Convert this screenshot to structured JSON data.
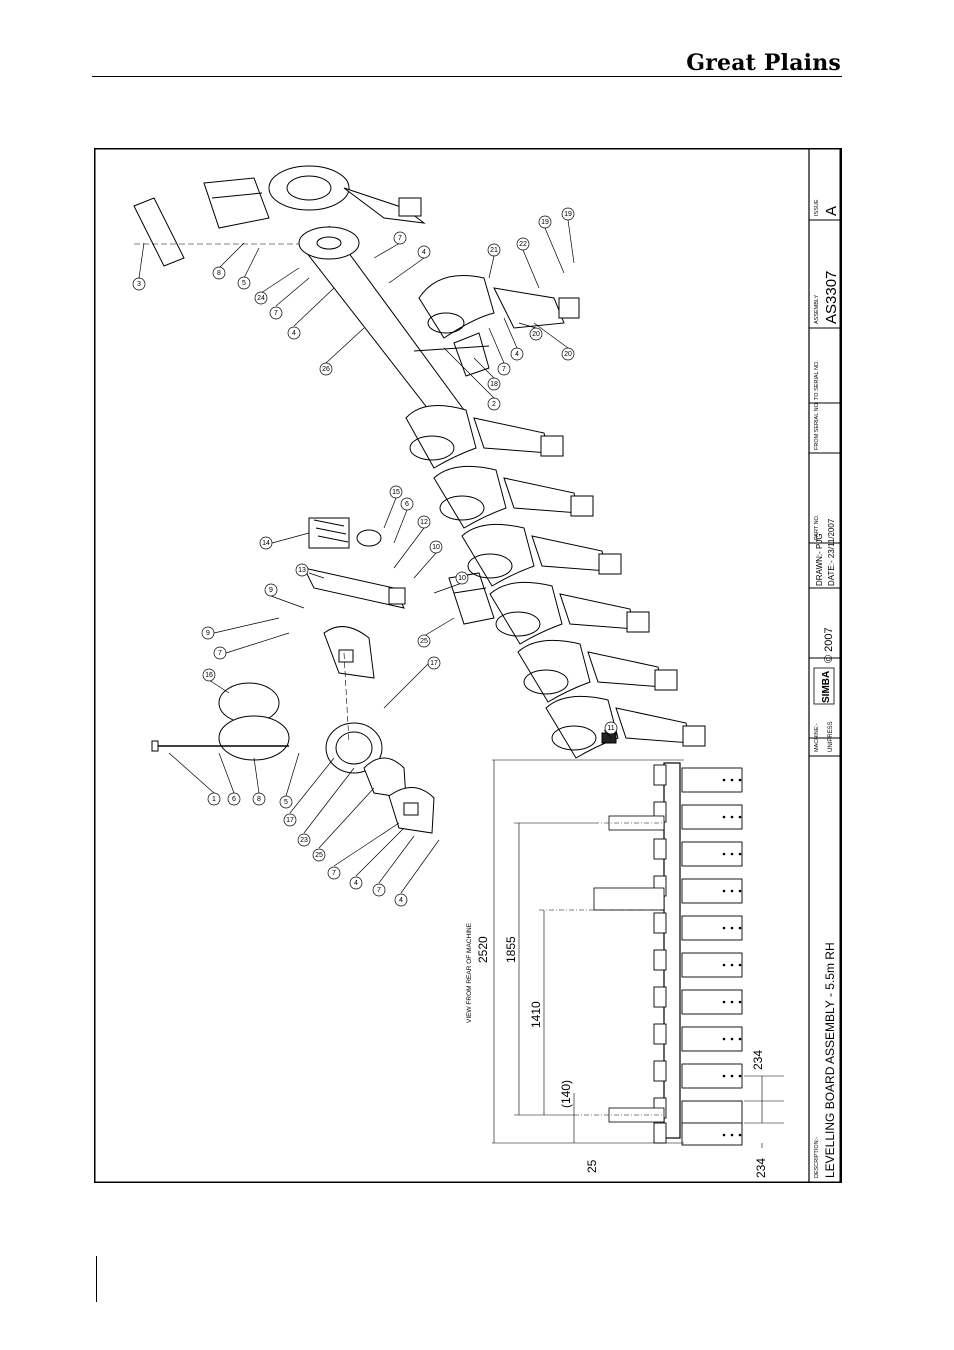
{
  "header": {
    "brand": "Great Plains"
  },
  "title_block": {
    "description_label": "DESCRIPTION:-",
    "description": "LEVELLING BOARD ASSEMBLY - 5.5m RH",
    "machine_label": "MACHINE:-",
    "machine": "UNIPRESS",
    "logo_text": "SIMBA",
    "copyright": "© 2007",
    "drawn": "DRAWN:- PJG",
    "date": "DATE:- 23/11/2007",
    "part_no_label": "PART NO.",
    "from_serial_label": "FROM SERIAL NO.",
    "to_serial_label": "TO SERIAL NO.",
    "assembly_label": "ASSEMBLY",
    "assembly": "AS3307",
    "issue_label": "ISSUE",
    "issue": "A"
  },
  "dimensions": {
    "view_label": "VIEW FROM REAR OF MACHINE",
    "overall": "2520",
    "d1": "1855",
    "d2": "1410",
    "d3": "(140)",
    "d4": "25",
    "d5": "234",
    "d6": "234"
  },
  "balloons": [
    "1",
    "2",
    "3",
    "4",
    "5",
    "6",
    "7",
    "8",
    "9",
    "10",
    "11",
    "12",
    "13",
    "14",
    "15",
    "16",
    "17",
    "18",
    "19",
    "20",
    "21",
    "22",
    "23",
    "24",
    "25",
    "26"
  ]
}
